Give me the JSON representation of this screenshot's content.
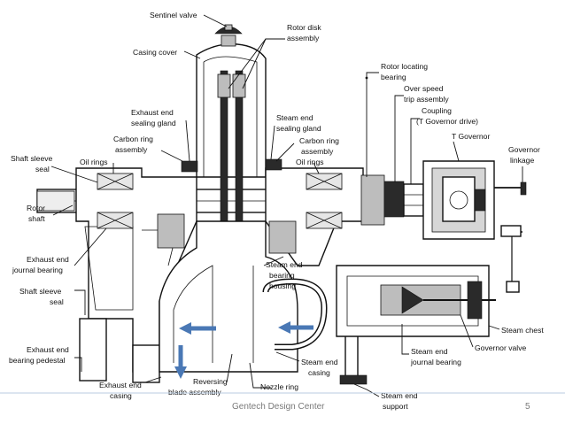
{
  "labels": {
    "sentinel_valve": "Sentinel valve",
    "rotor_disk_assembly": [
      "Rotor disk",
      "assembly"
    ],
    "casing_cover": "Casing cover",
    "rotor_locating_bearing": [
      "Rotor locating",
      "bearing"
    ],
    "over_speed_trip": [
      "Over speed",
      "trip assembly"
    ],
    "coupling": [
      "Coupling",
      "(T Governor drive)"
    ],
    "exhaust_end_sealing_gland": [
      "Exhaust end",
      "sealing gland"
    ],
    "steam_end_sealing_gland": [
      "Steam end",
      "sealing gland"
    ],
    "carbon_ring_assembly_left": [
      "Carbon ring",
      "assembly"
    ],
    "carbon_ring_assembly_right": [
      "Carbon ring",
      "assembly"
    ],
    "t_governor": "T Governor",
    "governor_linkage": [
      "Governor",
      "linkage"
    ],
    "shaft_sleeve_seal_top": [
      "Shaft sleeve",
      "seal"
    ],
    "oil_rings_left": "Oil rings",
    "oil_rings_right": "Oil rings",
    "rotor_shaft": [
      "Rotor",
      "shaft"
    ],
    "exhaust_end_journal_bearing": [
      "Exhaust end",
      "journal bearing"
    ],
    "steam_end_bearing_housing": [
      "Steam end",
      "bearing",
      "housing"
    ],
    "shaft_sleeve_seal_bottom": [
      "Shaft sleeve",
      "seal"
    ],
    "steam_chest": "Steam chest",
    "governor_valve": "Governor valve",
    "exhaust_end_bearing_pedestal": [
      "Exhaust end",
      "bearing pedestal"
    ],
    "steam_end_journal_bearing": [
      "Steam end",
      "journal bearing"
    ],
    "steam_end_casing": [
      "Steam end",
      "casing"
    ],
    "exhaust_end_casing": [
      "Exhaust end",
      "casing"
    ],
    "reversing_blade_assembly": [
      "Reversing",
      "blade assembly"
    ],
    "nozzle_ring": "Nozzle ring",
    "steam_end_support": [
      "Steam end",
      "support"
    ]
  },
  "footer": {
    "center_text": "Gentech Design Center",
    "page_number": "5"
  },
  "colors": {
    "arrow": "#4a78b5",
    "footer_rule": "#b8cbe0"
  }
}
